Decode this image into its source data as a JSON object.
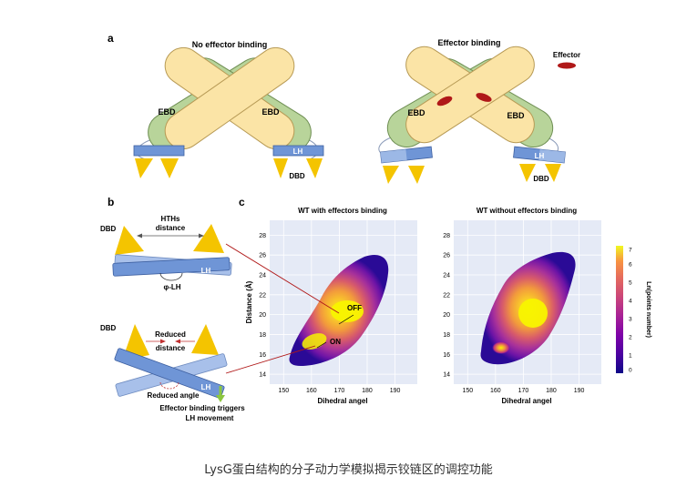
{
  "panel_a": {
    "label": "a",
    "left_title": "No effector binding",
    "right_title": "Effector binding",
    "effector_label": "Effector",
    "ebd": "EBD",
    "lh": "LH",
    "dbd": "DBD"
  },
  "panel_b": {
    "label": "b",
    "dbd": "DBD",
    "hths_line1": "HTHs",
    "hths_line2": "distance",
    "lh": "LH",
    "phi": "φ-LH",
    "reduced_distance_line1": "Reduced",
    "reduced_distance_line2": "distance",
    "reduced_angle": "Reduced angle",
    "trigger_line1": "Effector binding triggers",
    "trigger_line2": "LH movement"
  },
  "panel_c": {
    "label": "c",
    "plot_left_title": "WT with effectors binding",
    "plot_right_title": "WT without effectors binding",
    "xlabel": "Dihedral angel",
    "ylabel": "Distance (Å)",
    "x_ticks": [
      "150",
      "160",
      "170",
      "180",
      "190"
    ],
    "y_ticks": [
      "14",
      "16",
      "18",
      "20",
      "22",
      "24",
      "26",
      "28"
    ],
    "off_label": "OFF",
    "on_label": "ON",
    "colorbar_label": "Ln(points number)",
    "colorbar_ticks": [
      "0",
      "1",
      "2",
      "3",
      "4",
      "5",
      "6",
      "7"
    ]
  },
  "chart_data": [
    {
      "type": "heatmap",
      "title": "WT with effectors binding",
      "xlabel": "Dihedral angel",
      "ylabel": "Distance (Å)",
      "xlim": [
        145,
        198
      ],
      "ylim": [
        13,
        29.5
      ],
      "colorbar": {
        "label": "Ln(points number)",
        "range": [
          0,
          7
        ]
      },
      "density_peaks": [
        {
          "label": "OFF",
          "x": 172,
          "y": 20.5,
          "value": 7
        },
        {
          "label": "ON",
          "x": 163,
          "y": 16.9,
          "value": 7
        }
      ]
    },
    {
      "type": "heatmap",
      "title": "WT without effectors binding",
      "xlabel": "Dihedral angel",
      "ylabel": "Distance (Å)",
      "xlim": [
        145,
        198
      ],
      "ylim": [
        13,
        29.5
      ],
      "colorbar": {
        "label": "Ln(points number)",
        "range": [
          0,
          7
        ]
      },
      "density_peaks": [
        {
          "x": 172,
          "y": 20.3,
          "value": 7
        },
        {
          "x": 163,
          "y": 16.5,
          "value": 6
        }
      ]
    }
  ],
  "caption": "LysG蛋白结构的分子动力学模拟揭示铰链区的调控功能",
  "colors": {
    "ebd_green": "#b8d49a",
    "ebd_yellow": "#fbe4a6",
    "lh_blue": "#6f95d6",
    "dbd_gold": "#f4c400",
    "effector_red": "#b01818",
    "plot_bg": "#e5eaf6"
  }
}
